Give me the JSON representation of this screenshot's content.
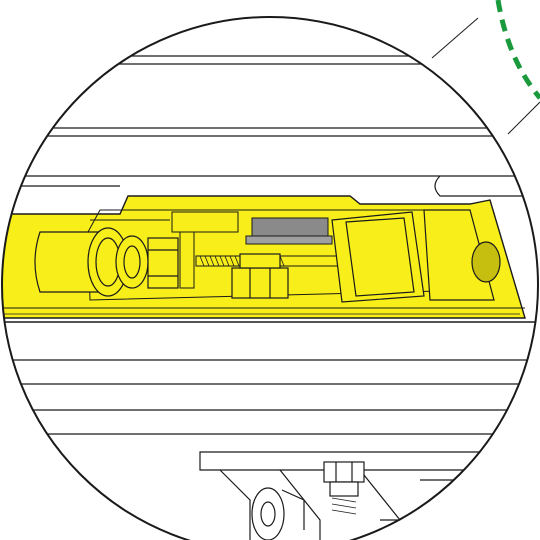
{
  "colors": {
    "background": "#ffffff",
    "line": "#1a1a1a",
    "highlight": "#f7ee1a",
    "highlight_shadow": "#c7bf10",
    "callout_dash": "#1a9a3c",
    "washer": "#8a8a8a"
  },
  "parts": [
    {
      "name": "rail-assembly",
      "highlighted": true
    },
    {
      "name": "adjustment-bolt",
      "highlighted": true
    },
    {
      "name": "lock-nut",
      "highlighted": true
    },
    {
      "name": "guide-block",
      "highlighted": true
    },
    {
      "name": "spacer-washer",
      "highlighted": false
    },
    {
      "name": "caster-wheel",
      "highlighted": false
    },
    {
      "name": "mounting-bolt",
      "highlighted": false
    }
  ]
}
